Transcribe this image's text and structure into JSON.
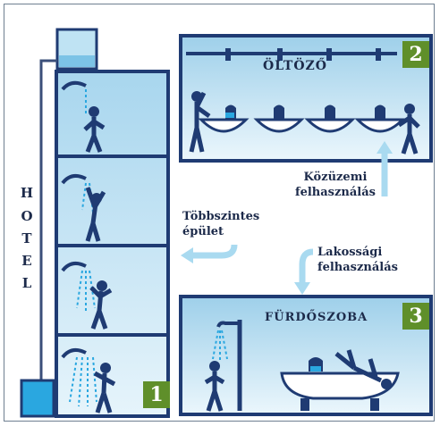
{
  "colors": {
    "panel_border": "#1f3b73",
    "panel_fill_top": "#9fd0ea",
    "panel_fill_bottom": "#eaf6fc",
    "badge": "#5f8f2a",
    "arrow": "#a9daf0",
    "text": "#1c2a4a",
    "water": "#2aa7e0"
  },
  "hotel": {
    "letters": [
      "H",
      "O",
      "T",
      "E",
      "L"
    ]
  },
  "building": {
    "badge": "1",
    "caption_line1": "Többszintes",
    "caption_line2": "épület"
  },
  "locker_room": {
    "title": "ÖLTÖZŐ",
    "badge": "2",
    "caption_line1": "Közüzemi",
    "caption_line2": "felhasználás"
  },
  "bathroom": {
    "title": "FÜRDŐSZOBA",
    "badge": "3",
    "caption_line1": "Lakossági",
    "caption_line2": "felhasználás"
  }
}
